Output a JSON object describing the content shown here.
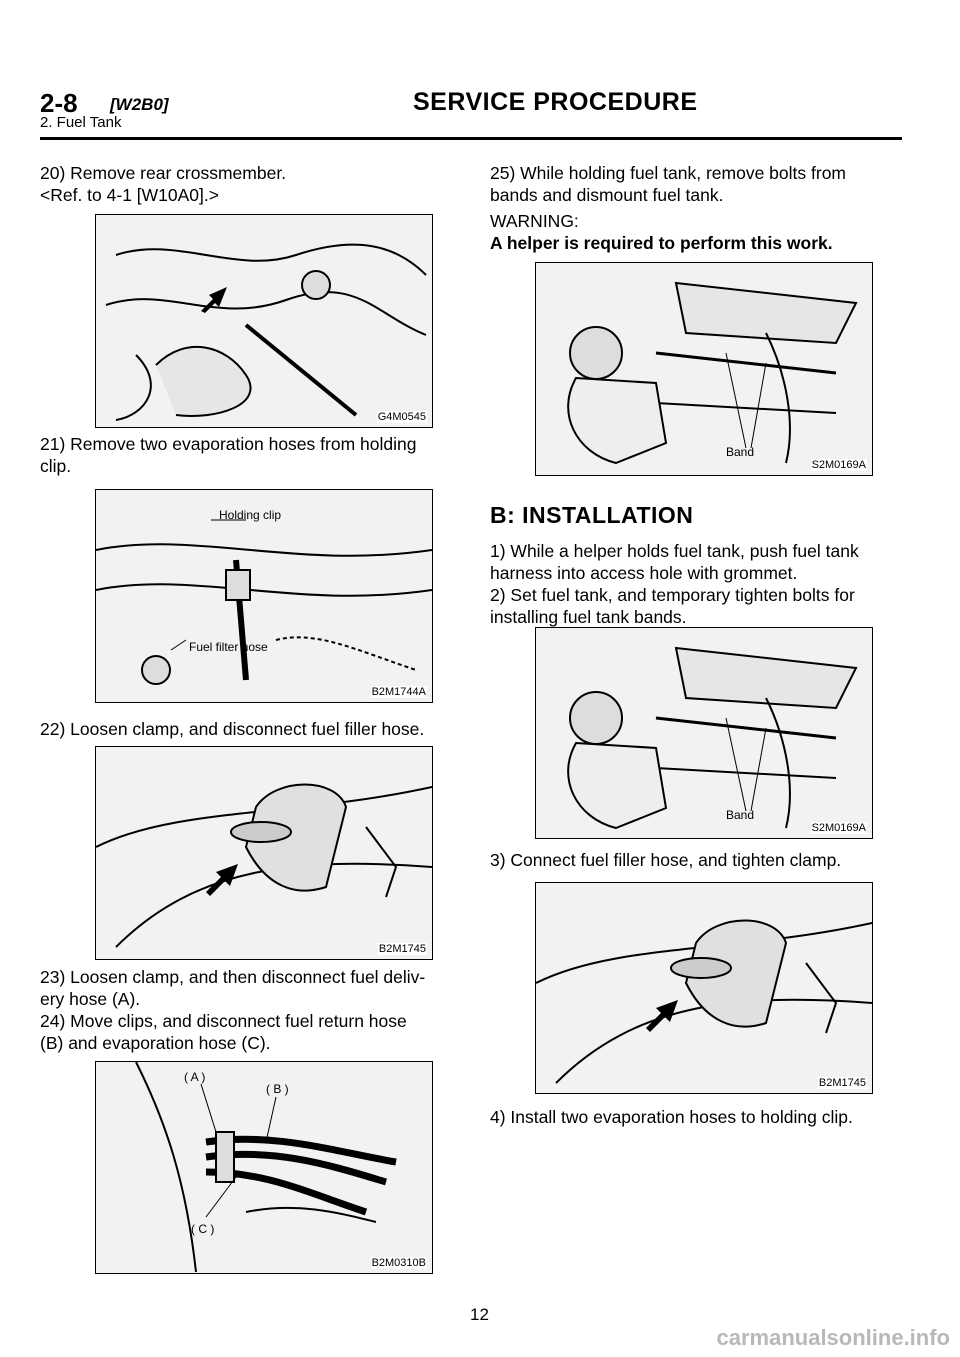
{
  "header": {
    "code": "2-8",
    "sub": "[W2B0]",
    "title": "SERVICE PROCEDURE",
    "section": "2. Fuel Tank"
  },
  "left": {
    "s20_line1": "20) Remove rear crossmember.",
    "s20_line2": "<Ref. to 4-1 [W10A0].>",
    "fig1_caption": "G4M0545",
    "s21_line1": "21) Remove two evaporation hoses from holding",
    "s21_line2": "clip.",
    "fig2_caption": "B2M1744A",
    "fig2_label_clip": "Holding clip",
    "fig2_label_hose": "Fuel filter hose",
    "s22": "22) Loosen clamp, and disconnect fuel filler hose.",
    "fig3_caption": "B2M1745",
    "s23_line1": "23) Loosen clamp, and then disconnect fuel deliv-",
    "s23_line2": "ery hose (A).",
    "s24_line1": "24) Move clips, and disconnect fuel return hose",
    "s24_line2": "(B) and evaporation hose (C).",
    "fig4_caption": "B2M0310B",
    "fig4_label_a": "( A )",
    "fig4_label_b": "( B )",
    "fig4_label_c": "( C )"
  },
  "right": {
    "s25_line1": "25) While holding fuel tank, remove bolts from",
    "s25_line2": "bands and dismount fuel tank.",
    "warning_label": "WARNING:",
    "warning_text": "A helper is required to perform this work.",
    "fig5_caption": "S2M0169A",
    "fig5_label_band": "Band",
    "section_title": "B: INSTALLATION",
    "i1_line1": "1) While a helper holds fuel tank, push fuel tank",
    "i1_line2": "harness into access hole with grommet.",
    "i2_line1": "2) Set fuel tank, and temporary tighten bolts for",
    "i2_line2": "installing fuel tank bands.",
    "fig6_caption": "S2M0169A",
    "fig6_label_band": "Band",
    "i3": "3) Connect fuel filler hose, and tighten clamp.",
    "fig7_caption": "B2M1745",
    "i4": "4) Install two evaporation hoses to holding clip."
  },
  "page_number": "12",
  "footer": "carmanualsonline.info"
}
